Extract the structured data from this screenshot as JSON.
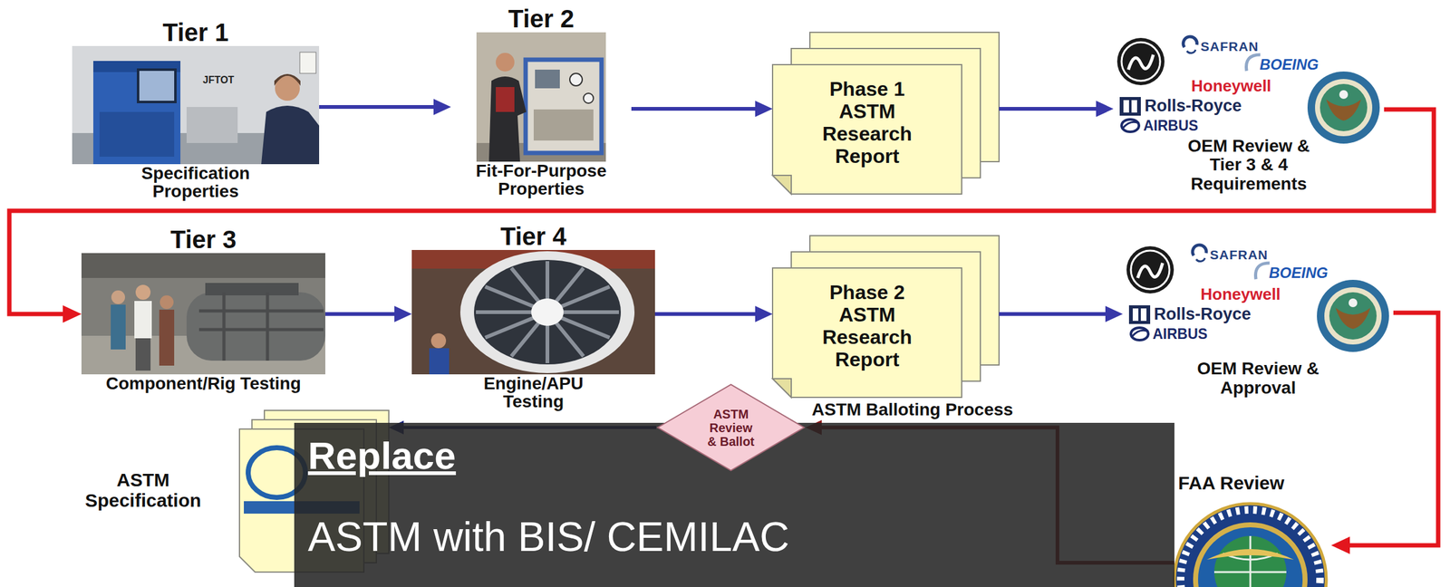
{
  "diagram": {
    "nodes": [
      {
        "text": [
          "Tier 1",
          "Specification Properties"
        ]
      },
      {
        "text": [
          "Tier 2",
          "Fit-For-Purpose Properties"
        ]
      },
      {
        "text": [
          "Phase 1 ASTM Research Report"
        ]
      },
      {
        "text": [
          "OEM Review & Tier 3 & 4 Requirements"
        ]
      },
      {
        "text": [
          "Tier 3",
          "Component/Rig Testing"
        ]
      },
      {
        "text": [
          "Tier 4",
          "Engine/APU Testing"
        ]
      },
      {
        "text": [
          "Phase 2 ASTM Research Report"
        ]
      },
      {
        "text": [
          "OEM Review & Approval"
        ]
      },
      {
        "text": [
          "FAA Review"
        ]
      },
      {
        "text": [
          "ASTM Review & Ballot"
        ]
      },
      {
        "text": [
          "ASTM Specification"
        ]
      },
      {
        "text": [
          "Replace",
          "ASTM with BIS/ CEMILAC"
        ]
      }
    ],
    "edges": [
      {
        "from": 0,
        "to": 1,
        "arrow": "to"
      },
      {
        "from": 1,
        "to": 2,
        "arrow": "to"
      },
      {
        "from": 2,
        "to": 3,
        "arrow": "to"
      },
      {
        "from": 3,
        "to": 4,
        "arrow": "to"
      },
      {
        "from": 4,
        "to": 5,
        "arrow": "to"
      },
      {
        "from": 5,
        "to": 6,
        "arrow": "to"
      },
      {
        "from": 6,
        "to": 7,
        "arrow": "to"
      },
      {
        "from": 7,
        "to": 8,
        "arrow": "to"
      },
      {
        "from": 8,
        "to": 9,
        "arrow": "to"
      },
      {
        "from": 9,
        "to": 10,
        "arrow": "to"
      }
    ],
    "labels": [
      "JFTOT",
      "SAFRAN",
      "BOEING",
      "Honeywell",
      "Rolls-Royce",
      "AIRBUS",
      "SAFRAN",
      "BOEING",
      "Honeywell",
      "Rolls-Royce",
      "AIRBUS",
      "ASTM Balloting Process"
    ]
  }
}
